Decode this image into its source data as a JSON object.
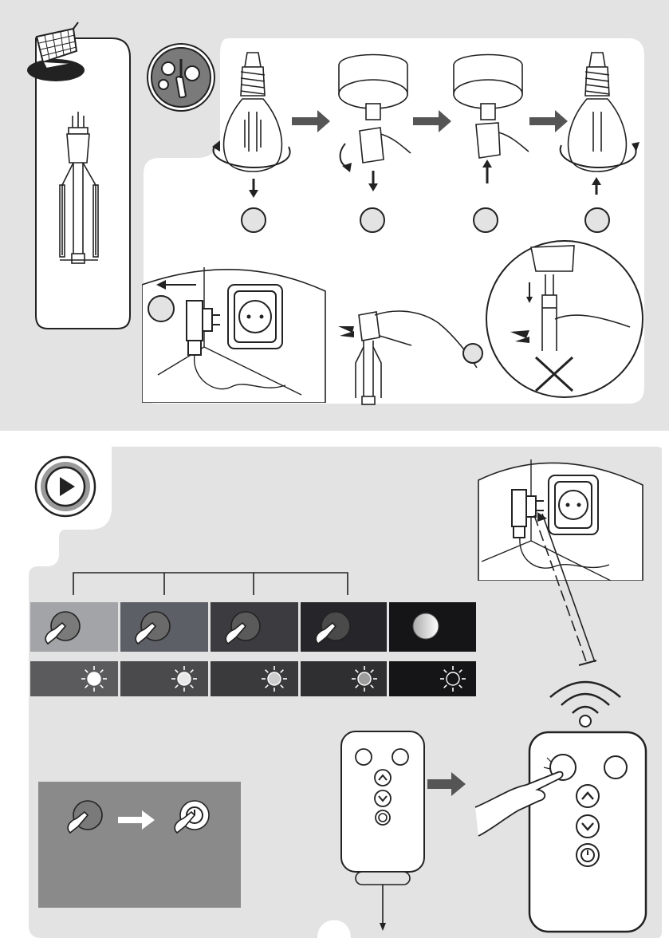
{
  "page": {
    "top_section": {
      "shopping_icon": "shopping-cart-icon",
      "tools_icon": "tools-gears-icon",
      "steps": [
        {
          "id": "step-1",
          "label": ""
        },
        {
          "id": "step-2",
          "label": ""
        },
        {
          "id": "step-3",
          "label": ""
        },
        {
          "id": "step-4",
          "label": ""
        }
      ],
      "callout_circles": [
        {
          "id": "callout-unplug",
          "label": ""
        },
        {
          "id": "callout-insert",
          "label": ""
        }
      ]
    },
    "bottom_section": {
      "play_icon": "play-icon",
      "brightness_levels": [
        {
          "level": 1,
          "panel_color": "#a3a4a8",
          "sun_color": "#ffffff"
        },
        {
          "level": 2,
          "panel_color": "#5c5f66",
          "sun_color": "#e8e8e8"
        },
        {
          "level": 3,
          "panel_color": "#3c3c40",
          "sun_color": "#cccccc"
        },
        {
          "level": 4,
          "panel_color": "#26262a",
          "sun_color": "#9c9c9c"
        },
        {
          "level": 5,
          "panel_color": "#151517",
          "sun_color": "#151517"
        }
      ],
      "colors": {
        "panel_bg": "#e3e3e3",
        "dark_gray": "#8c8c8c",
        "timer_panel": "#8a8a8a"
      },
      "remote": {
        "buttons": [
          "power-button",
          "second-button",
          "up-button",
          "down-button",
          "timer-button"
        ]
      }
    }
  }
}
